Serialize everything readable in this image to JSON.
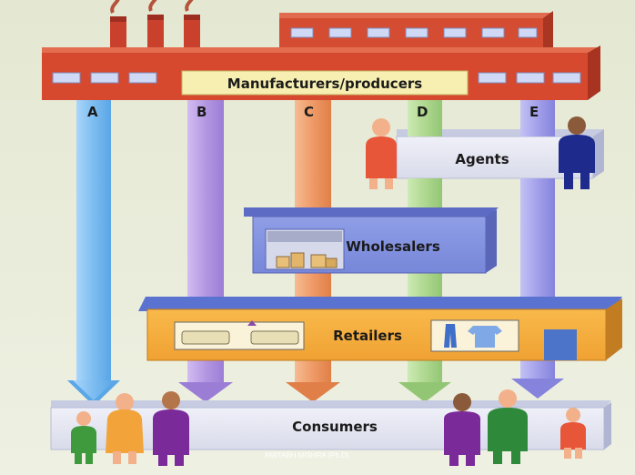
{
  "manufacturers": {
    "label": "Manufacturers/producers"
  },
  "channels": [
    {
      "letter": "A",
      "color": "#86c3f3"
    },
    {
      "letter": "B",
      "color": "#bb9fe3"
    },
    {
      "letter": "C",
      "color": "#ef9e6c"
    },
    {
      "letter": "D",
      "color": "#b4dc94"
    },
    {
      "letter": "E",
      "color": "#a6a4ec"
    }
  ],
  "agents": {
    "label": "Agents"
  },
  "wholesalers": {
    "label": "Wholesalers"
  },
  "retailers": {
    "label": "Retailers"
  },
  "consumers": {
    "label": "Consumers"
  },
  "watermark": {
    "text": "AMITABH MISHRA (Ph.D)"
  }
}
